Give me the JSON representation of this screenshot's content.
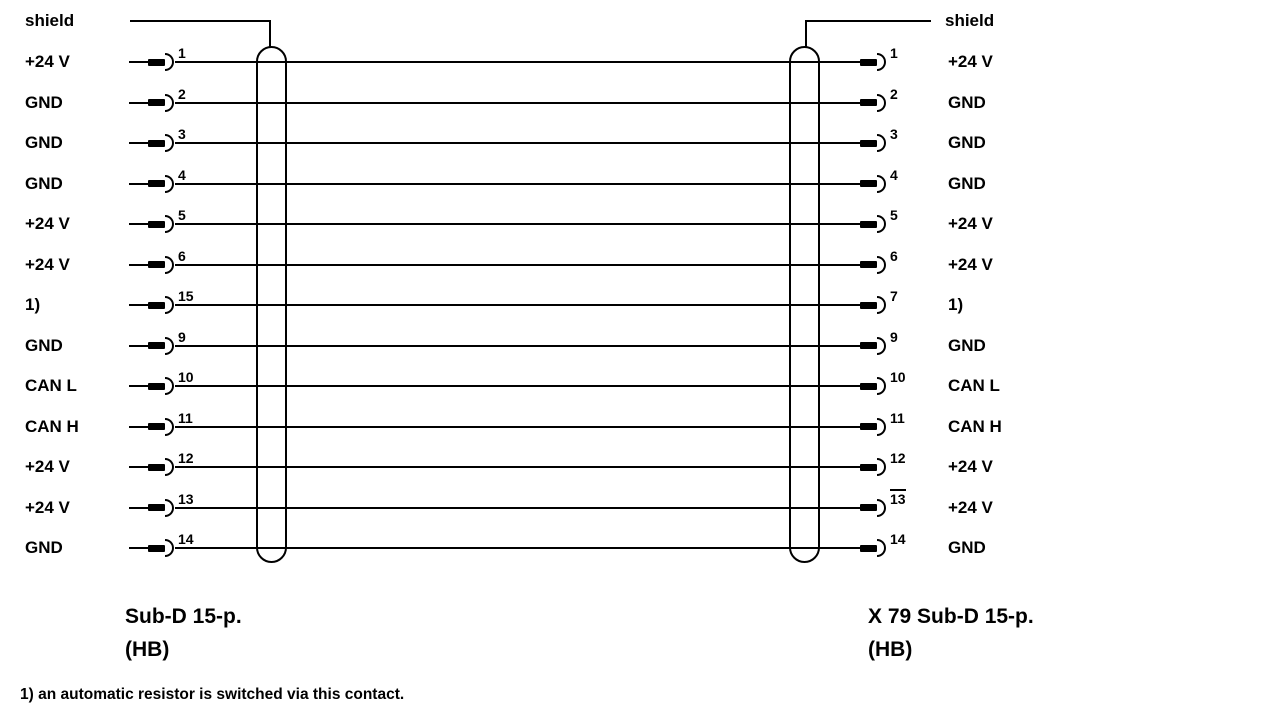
{
  "diagram": {
    "shield_left": "shield",
    "shield_right": "shield",
    "rows": [
      {
        "left_label": "+24 V",
        "left_pin": "1",
        "right_pin": "1",
        "right_label": "+24 V"
      },
      {
        "left_label": "GND",
        "left_pin": "2",
        "right_pin": "2",
        "right_label": "GND"
      },
      {
        "left_label": "GND",
        "left_pin": "3",
        "right_pin": "3",
        "right_label": "GND"
      },
      {
        "left_label": "GND",
        "left_pin": "4",
        "right_pin": "4",
        "right_label": "GND"
      },
      {
        "left_label": "+24 V",
        "left_pin": "5",
        "right_pin": "5",
        "right_label": "+24 V"
      },
      {
        "left_label": "+24 V",
        "left_pin": "6",
        "right_pin": "6",
        "right_label": "+24 V"
      },
      {
        "left_label": "1)",
        "left_pin": "15",
        "right_pin": "7",
        "right_label": "1)"
      },
      {
        "left_label": "GND",
        "left_pin": "9",
        "right_pin": "9",
        "right_label": "GND"
      },
      {
        "left_label": "CAN L",
        "left_pin": "10",
        "right_pin": "10",
        "right_label": "CAN L"
      },
      {
        "left_label": "CAN H",
        "left_pin": "11",
        "right_pin": "11",
        "right_label": "CAN H"
      },
      {
        "left_label": "+24 V",
        "left_pin": "12",
        "right_pin": "12",
        "right_label": "+24 V"
      },
      {
        "left_label": "+24 V",
        "left_pin": "13",
        "right_pin": "13",
        "right_pin_overline": true,
        "right_label": "+24 V"
      },
      {
        "left_label": "GND",
        "left_pin": "14",
        "right_pin": "14",
        "right_label": "GND"
      }
    ],
    "left_connector": {
      "name": "Sub-D 15-p.",
      "sub": "(HB)"
    },
    "right_connector": {
      "name": "X 79 Sub-D 15-p.",
      "sub": "(HB)"
    },
    "footnote": "1) an automatic resistor is switched via this contact.",
    "colors": {
      "line": "#000000",
      "background": "#ffffff",
      "text": "#000000"
    }
  }
}
